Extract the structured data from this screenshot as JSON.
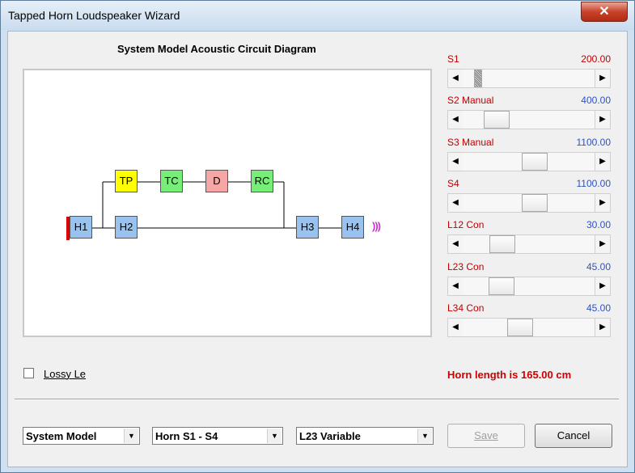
{
  "window": {
    "title": "Tapped Horn Loudspeaker Wizard",
    "close_label": "✕"
  },
  "diagram": {
    "title": "System Model Acoustic Circuit Diagram",
    "blocks": {
      "H1": {
        "label": "H1",
        "color": "#99c3ee"
      },
      "H2": {
        "label": "H2",
        "color": "#99c3ee"
      },
      "TP": {
        "label": "TP",
        "color": "#ffff00"
      },
      "TC": {
        "label": "TC",
        "color": "#77ee77"
      },
      "D": {
        "label": "D",
        "color": "#f7a6a6"
      },
      "RC": {
        "label": "RC",
        "color": "#77ee77"
      },
      "H3": {
        "label": "H3",
        "color": "#99c3ee"
      },
      "H4": {
        "label": "H4",
        "color": "#99c3ee"
      }
    },
    "output_symbol": ")))",
    "output_color": "#cc33cc",
    "input_marker_color": "#dd0000"
  },
  "controls": [
    {
      "label": "S1",
      "value": "200.00",
      "value_color": "#c00000",
      "position": 0.09,
      "focused": true
    },
    {
      "label": "S2 Manual",
      "value": "400.00",
      "value_color": "#2d52c4",
      "position": 0.2
    },
    {
      "label": "S3 Manual",
      "value": "1100.00",
      "value_color": "#2d52c4",
      "position": 0.55
    },
    {
      "label": "S4",
      "value": "1100.00",
      "value_color": "#2d52c4",
      "position": 0.55
    },
    {
      "label": "L12 Con",
      "value": "30.00",
      "value_color": "#2d52c4",
      "position": 0.25
    },
    {
      "label": "L23 Con",
      "value": "45.00",
      "value_color": "#2d52c4",
      "position": 0.24
    },
    {
      "label": "L34 Con",
      "value": "45.00",
      "value_color": "#2d52c4",
      "position": 0.42
    }
  ],
  "lossy": {
    "label": "Lossy Le",
    "checked": false
  },
  "horn_length": "Horn length is 165.00 cm",
  "selects": {
    "model": "System Model",
    "horn": "Horn S1 - S4",
    "variable": "L23 Variable"
  },
  "buttons": {
    "save": "Save",
    "cancel": "Cancel"
  },
  "icons": {
    "scroll_left": "◀",
    "scroll_right": "▶",
    "dropdown": "▼"
  }
}
